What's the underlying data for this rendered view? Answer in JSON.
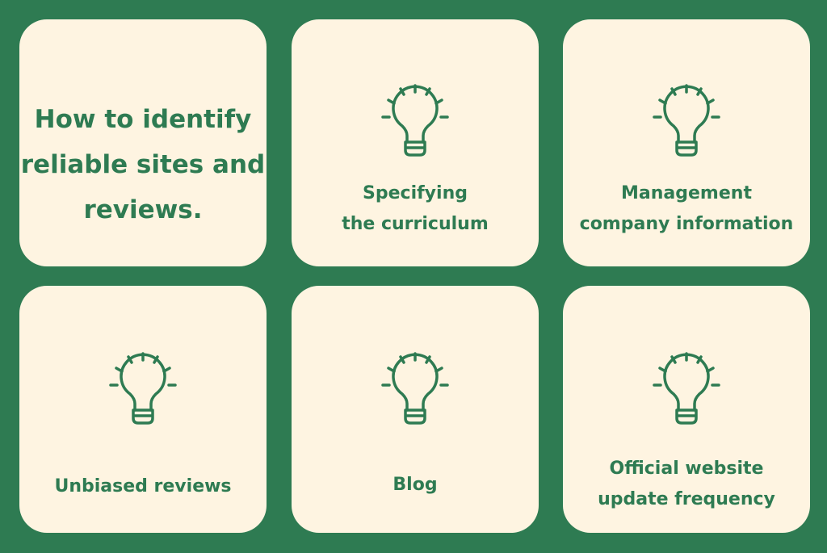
{
  "colors": {
    "background": "#2e7b52",
    "card": "#fef4e1",
    "accent": "#2e7b52"
  },
  "title": [
    "How to identify",
    "reliable sites and",
    "reviews."
  ],
  "cards": [
    {
      "icon": "lightbulb-icon",
      "lines": [
        "Specifying",
        "the curriculum"
      ]
    },
    {
      "icon": "lightbulb-icon",
      "lines": [
        "Management",
        "company information"
      ]
    },
    {
      "icon": "lightbulb-icon",
      "lines": [
        "Unbiased reviews"
      ]
    },
    {
      "icon": "lightbulb-icon",
      "lines": [
        "Blog"
      ]
    },
    {
      "icon": "lightbulb-icon",
      "lines": [
        "Official website",
        "update frequency"
      ]
    }
  ]
}
